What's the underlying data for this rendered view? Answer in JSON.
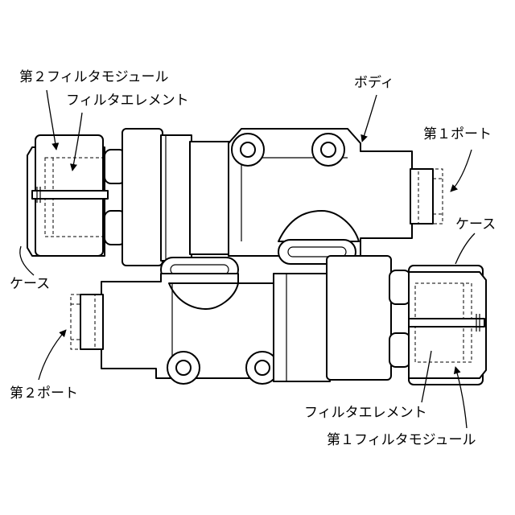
{
  "labels": {
    "second_filter_module": "第２フィルタモジュール",
    "filter_element_top": "フィルタエレメント",
    "body": "ボディ",
    "first_port": "第１ポート",
    "case_left": "ケース",
    "case_right": "ケース",
    "second_port": "第２ポート",
    "filter_element_bottom": "フィルタエレメント",
    "first_filter_module": "第１フィルタモジュール"
  },
  "colors": {
    "line": "#000000",
    "background": "#ffffff"
  }
}
